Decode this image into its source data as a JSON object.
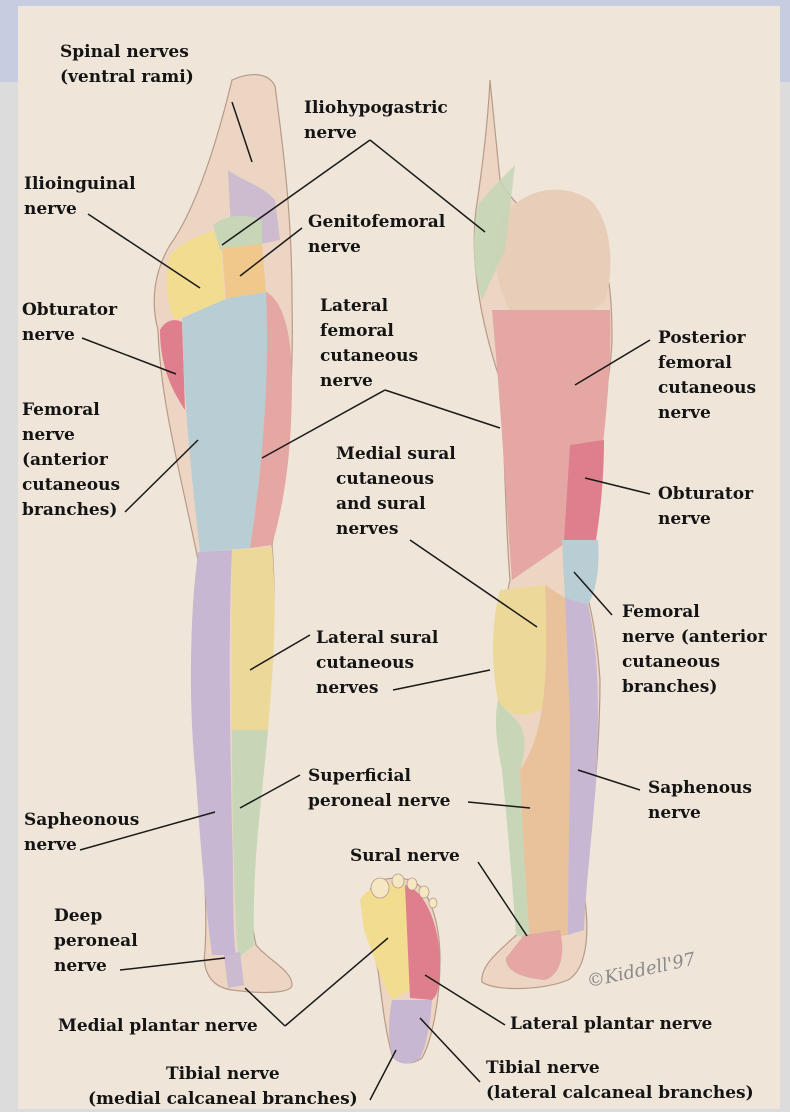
{
  "colors": {
    "background": "#dcdcdc",
    "top_band": "#c7cde0",
    "plate": "#efe6d9",
    "skin": "#ecd5c3",
    "femoral_blue": "#b9cdd4",
    "lateral_femoral_pink": "#e5a7a4",
    "obturator_red": "#df7f8e",
    "saphenous_lavender": "#c8b7d2",
    "lateral_sural_yellow": "#ecd99a",
    "superficial_peroneal_green": "#c7d6b7",
    "genitofemoral_orange": "#f1c88b",
    "ilioinguinal_yellow": "#f2dc8f",
    "sural_tan": "#e9c19a",
    "leader_line": "#1a1a1a"
  },
  "icons": [
    "anterior-leg-illustration",
    "posterior-leg-illustration",
    "plantar-foot-illustration"
  ],
  "labels": {
    "spinal": "Spinal nerves\n(ventral rami)",
    "iliohypogastric": "Iliohypogastric\nnerve",
    "ilioinguinal": "Ilioinguinal\nnerve",
    "genitofemoral": "Genitofemoral\nnerve",
    "obturator_ant": "Obturator\nnerve",
    "lateral_femoral": "Lateral\nfemoral\ncutaneous\nnerve",
    "posterior_femoral": "Posterior\nfemoral\ncutaneous\nnerve",
    "femoral_ant": "Femoral\nnerve\n(anterior\ncutaneous\nbranches)",
    "medial_sural": "Medial sural\ncutaneous\nand sural\nnerves",
    "obturator_post": "Obturator\nnerve",
    "femoral_post": "Femoral\nnerve (anterior\ncutaneous\nbranches)",
    "lateral_sural": "Lateral sural\ncutaneous\nnerves",
    "superficial_peroneal": "Superficial\nperoneal nerve",
    "saphenous_post": "Saphenous\nnerve",
    "sapheonous_ant": "Sapheonous\nnerve",
    "sural": "Sural nerve",
    "deep_peroneal": "Deep\nperoneal\nnerve",
    "medial_plantar": "Medial plantar nerve",
    "lateral_plantar": "Lateral plantar nerve",
    "tibial_medial": "Tibial nerve\n(medial calcaneal branches)",
    "tibial_lateral": "Tibial nerve\n(lateral calcaneal branches)"
  },
  "signature": "©Kiddell'97"
}
